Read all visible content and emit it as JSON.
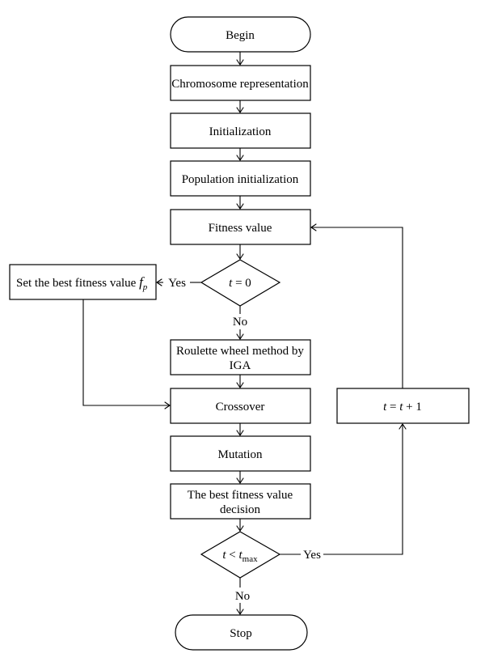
{
  "nodes": {
    "begin": "Begin",
    "chromosome": "Chromosome representation",
    "initialization": "Initialization",
    "population": "Population initialization",
    "fitness": "Fitness value",
    "set_best": {
      "text": "Set the best fitness value ",
      "var": "f",
      "sub": "p"
    },
    "t_zero": {
      "var": "t",
      "rest": " = 0"
    },
    "roulette": [
      "Roulette wheel method by",
      "IGA"
    ],
    "crossover": "Crossover",
    "mutation": "Mutation",
    "best_decision": [
      "The best fitness value",
      "decision"
    ],
    "t_inc": {
      "v1": "t",
      "mid": " = ",
      "v2": "t",
      "tail": " + 1"
    },
    "t_less": {
      "v1": "t",
      "mid": " < ",
      "v2": "t",
      "sub": "max"
    },
    "stop": "Stop"
  },
  "edge_labels": {
    "yes_1": "Yes",
    "no_1": "No",
    "yes_2": "Yes",
    "no_2": "No"
  }
}
